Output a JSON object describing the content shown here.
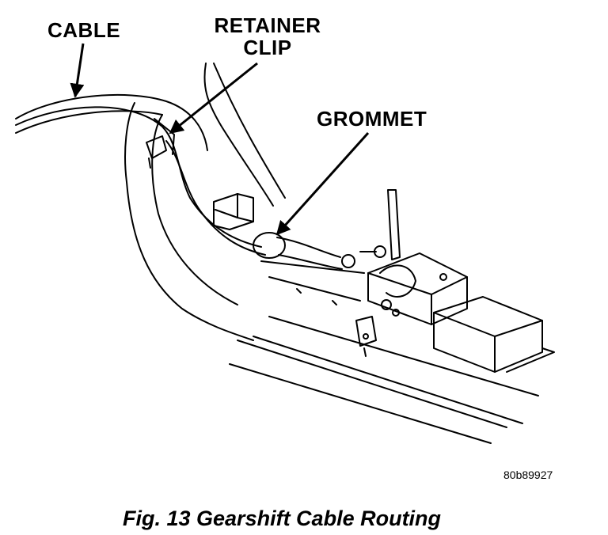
{
  "callouts": {
    "cable": "CABLE",
    "retainer_line1": "RETAINER",
    "retainer_line2": "CLIP",
    "grommet": "GROMMET"
  },
  "figure_code": "80b89927",
  "caption": "Fig. 13 Gearshift Cable Routing"
}
